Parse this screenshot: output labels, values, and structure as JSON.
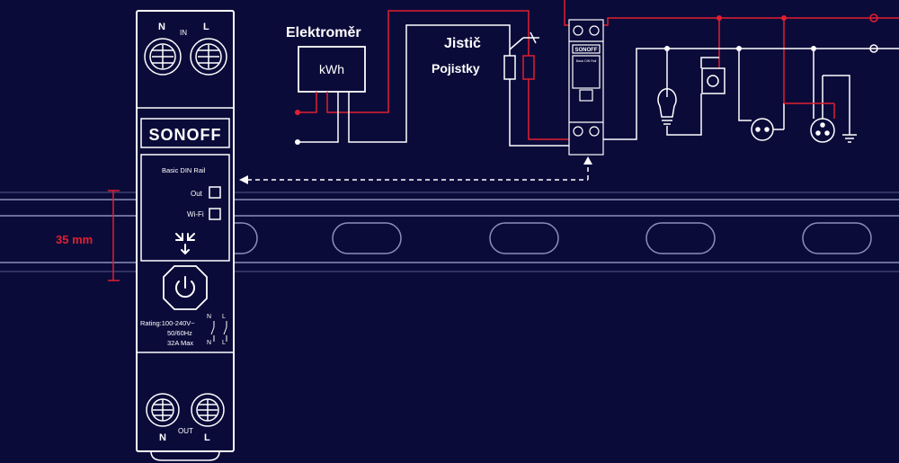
{
  "colors": {
    "background": "#0b0b3a",
    "line_white": "#ffffff",
    "line_red": "#e02030",
    "rail": "#8a8fb8"
  },
  "device": {
    "brand": "SONOFF",
    "model": "Basic DIN Rail",
    "terminal_in": {
      "left": "N",
      "center": "IN",
      "right": "L"
    },
    "terminal_out": {
      "left": "N",
      "center": "OUT",
      "right": "L"
    },
    "out_label": "Out",
    "wifi_label": "Wi-Fi",
    "rating_line1": "Rating:100-240V~",
    "rating_line2": "50/60Hz",
    "rating_line3": "32A Max",
    "schematic_n": "N",
    "schematic_l": "L",
    "power_icon": "power-icon",
    "pairing_icon": "ewelink-arrows-icon"
  },
  "dimension": {
    "label": "35 mm"
  },
  "diagram": {
    "meter_title": "Elektroměr",
    "meter_unit": "kWh",
    "breaker_title": "Jistič",
    "fuse_title": "Pojistky",
    "mini_brand": "SONOFF",
    "mini_model": "Basic DIN Rail",
    "loads": [
      "bulb-icon",
      "switch-icon",
      "socket-icon",
      "socket-ground-icon",
      "ground-icon"
    ]
  }
}
